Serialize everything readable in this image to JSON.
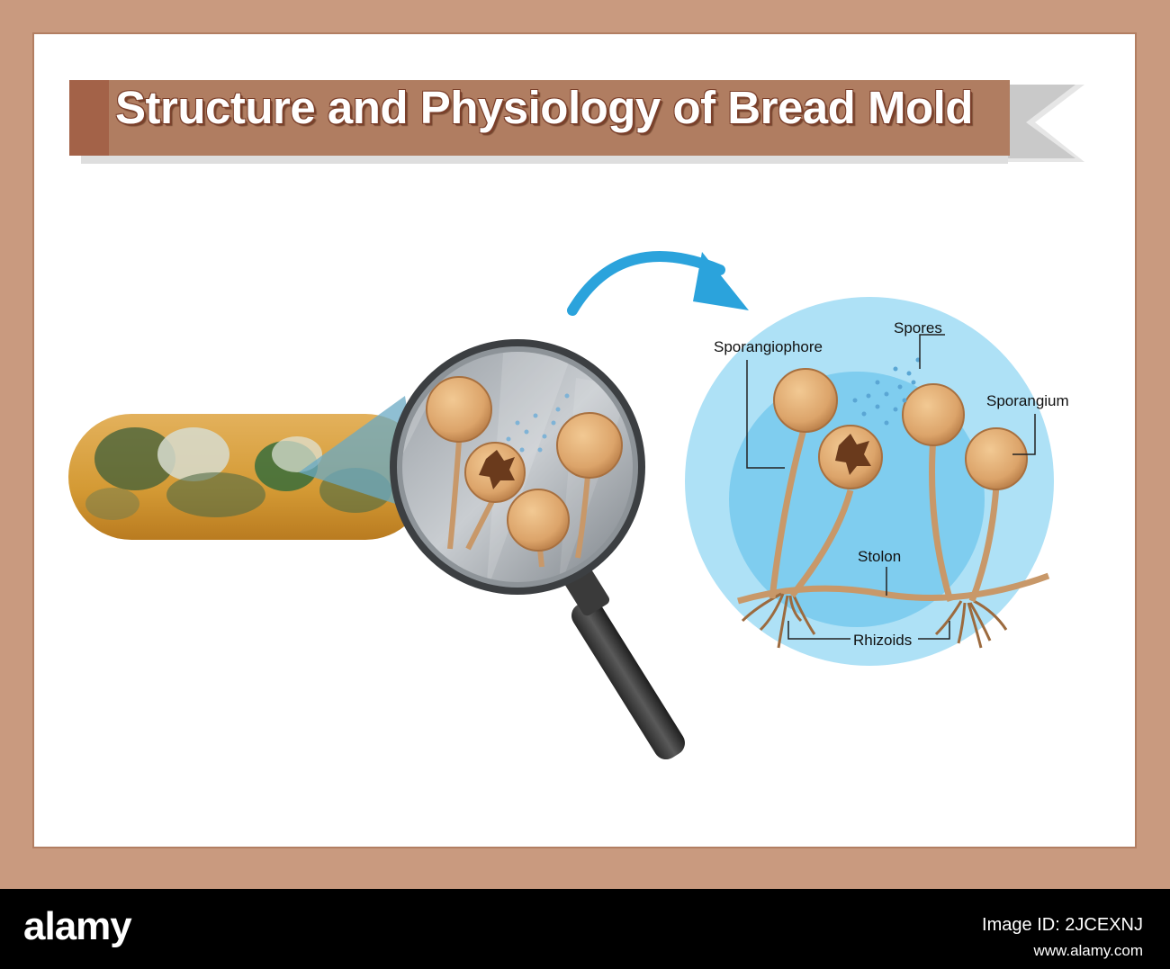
{
  "title": "Structure and Physiology of Bread Mold",
  "labels": {
    "sporangiophore": "Sporangiophore",
    "spores": "Spores",
    "sporangium": "Sporangium",
    "stolon": "Stolon",
    "rhizoids": "Rhizoids"
  },
  "footer": {
    "logo": "alamy",
    "image_id": "Image ID: 2JCEXNJ",
    "url": "www.alamy.com"
  },
  "colors": {
    "frame": "#c99a7f",
    "banner": "#b07d61",
    "banner_accent": "#a36248",
    "circle": "#aee1f6",
    "arrow": "#2ba3dc",
    "sporangium": "#e1a86a",
    "bread": "#d49a34"
  }
}
